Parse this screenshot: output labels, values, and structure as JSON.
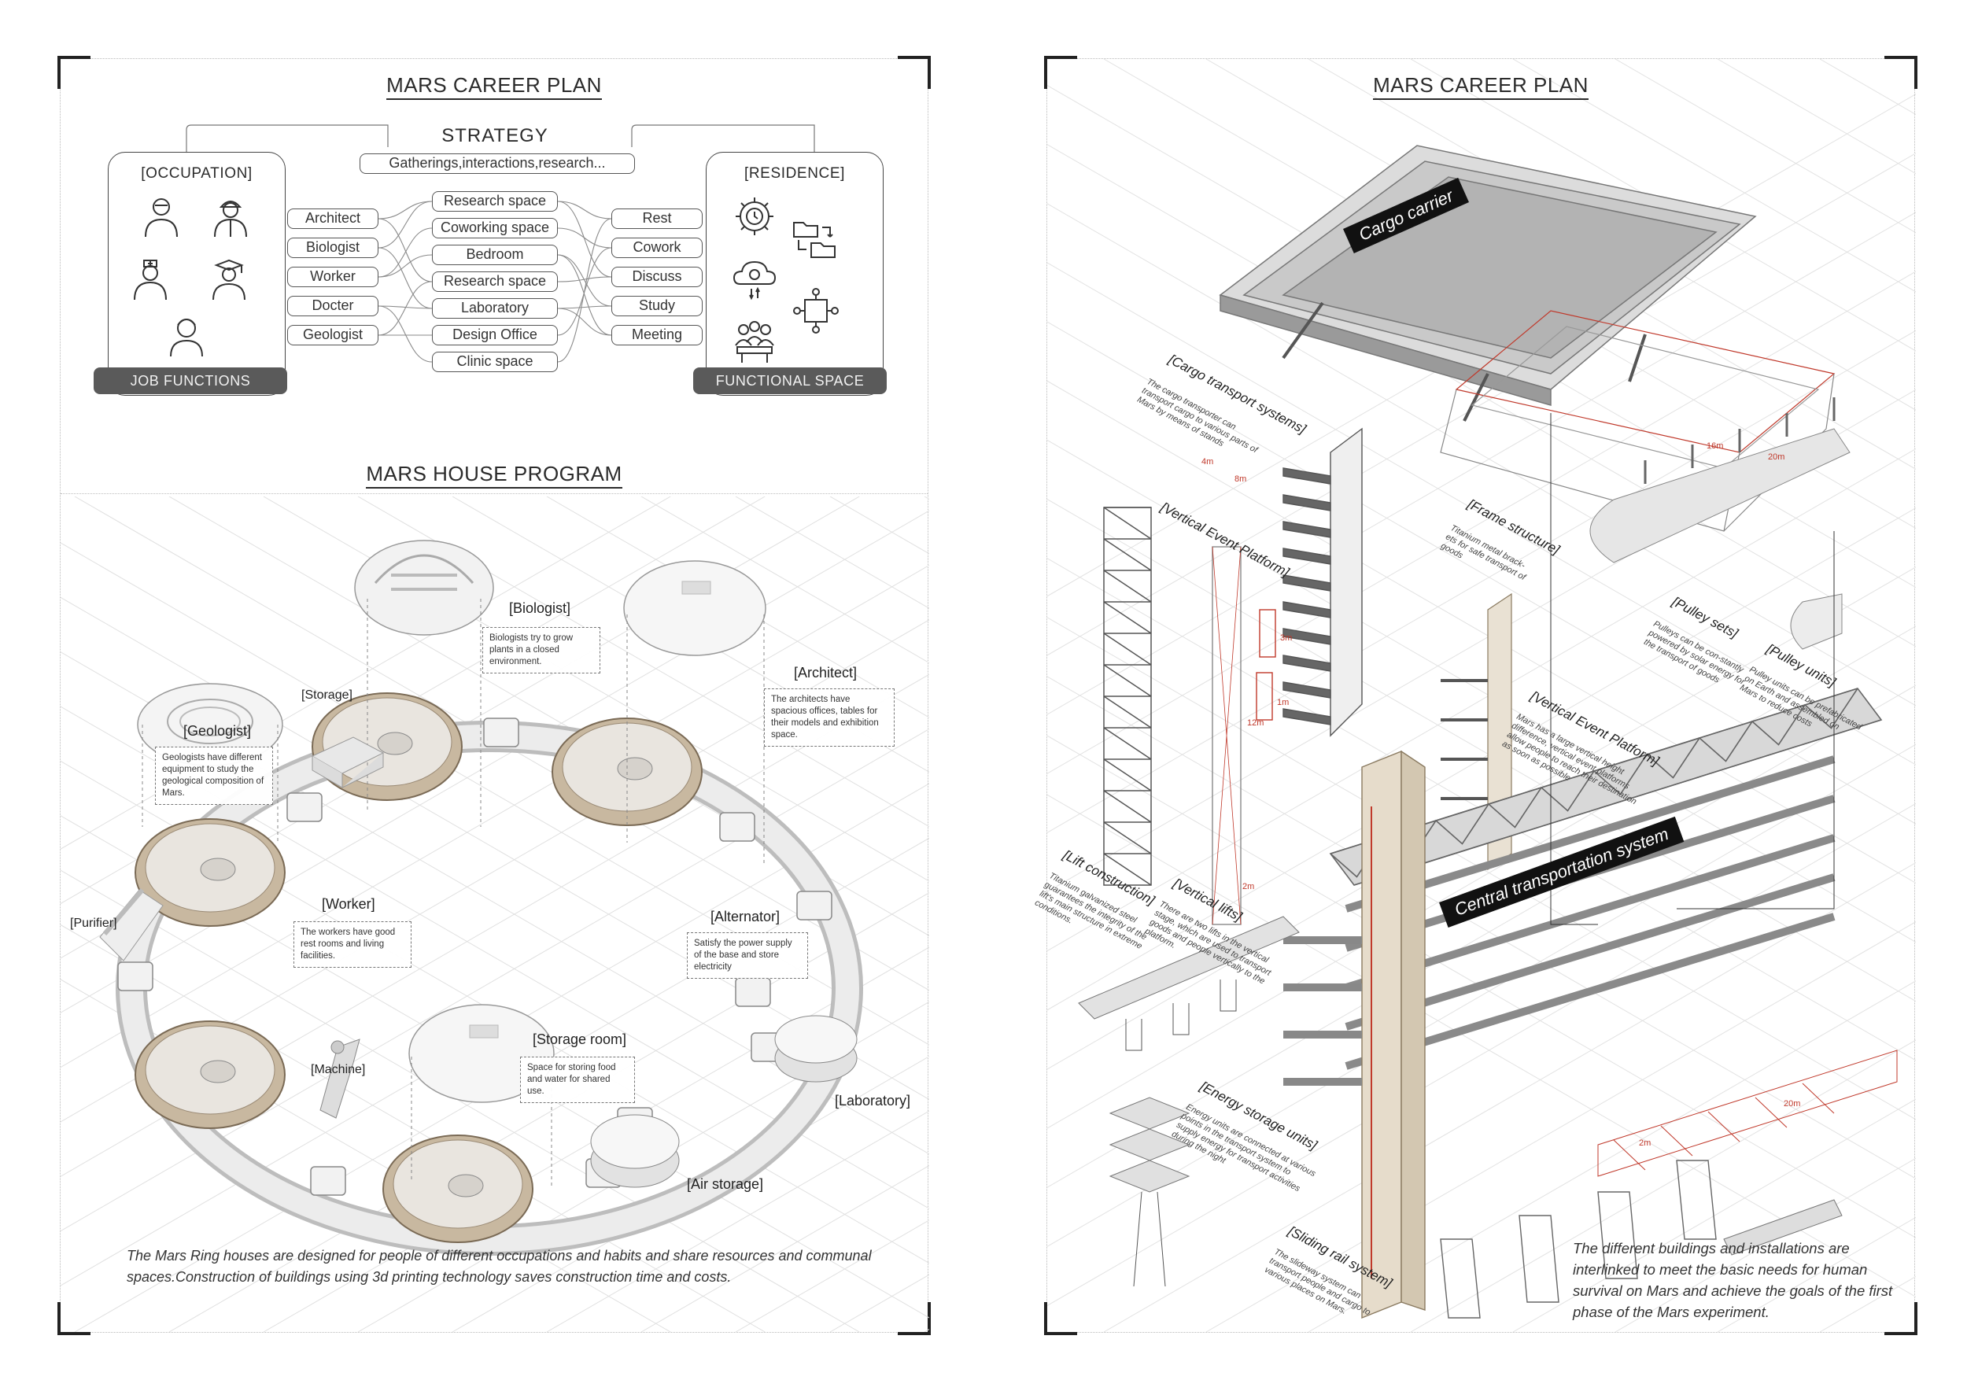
{
  "left": {
    "career_title": "MARS CAREER PLAN",
    "strategy_title": "STRATEGY",
    "strategy_sub": "Gatherings,interactions,research...",
    "occupation_title": "[OCCUPATION]",
    "residence_title": "[RESIDENCE]",
    "job_functions": "JOB FUNCTIONS",
    "functional_space": "FUNCTIONAL SPACE",
    "occupations": [
      "Architect",
      "Biologist",
      "Worker",
      "Docter",
      "Geologist"
    ],
    "spaces": [
      "Research space",
      "Coworking space",
      "Bedroom",
      "Research space",
      "Laboratory",
      "Design Office",
      "Clinic space"
    ],
    "activities": [
      "Rest",
      "Cowork",
      "Discuss",
      "Study",
      "Meeting"
    ],
    "house_title": "MARS HOUSE PROGRAM",
    "labels": {
      "biologist": "[Biologist]",
      "architect": "[Architect]",
      "geologist": "[Geologist]",
      "storage": "[Storage]",
      "purifier": "[Purifier]",
      "worker": "[Worker]",
      "alternator": "[Alternator]",
      "machine": "[Machine]",
      "storage_room": "[Storage room]",
      "laboratory": "[Laboratory]",
      "air_storage": "[Air storage]"
    },
    "notes": {
      "biologist": "Biologists try to grow plants in a closed environment.",
      "architect": "The architects have spacious offices, tables for their models and exhibition space.",
      "geologist": "Geologists have different equipment to study the geological composition of Mars.",
      "worker": "The workers have good rest rooms and living facilities.",
      "alternator": "Satisfy the power supply of the base and store electricity",
      "storage_room": "Space for storing food and water for shared use."
    },
    "caption": "The Mars Ring houses are designed for people of different occupations and habits and share resources and communal spaces.Construction of buildings using 3d printing technology saves construction time and costs."
  },
  "right": {
    "title": "MARS CAREER PLAN",
    "cargo_carrier": "Cargo carrier",
    "central_system": "Central transportation system",
    "labels": {
      "cargo_transport": "[Cargo transport systems]",
      "frame": "[Frame structure]",
      "pulley_sets": "[Pulley sets]",
      "pulley_units": "[Pulley units]",
      "vertical_event_1": "[Vertical Event Platform]",
      "vertical_event_2": "[Vertical Event Platform]",
      "lift": "[Lift construction]",
      "vertical_lifts": "[Vertical lifts]",
      "energy": "[Energy storage units]",
      "sliding": "[Sliding rail system]"
    },
    "notes": {
      "cargo_transport": "The cargo transporter can transport cargo to various parts of Mars by means of stands",
      "frame": "Titanium metal brack-ets for safe transport of goods",
      "pulley_sets": "Pulleys can be con-stantly powered by solar energy for the transport of goods",
      "pulley_units": "Pulley units can be prefabricated on Earth and assembled on Mars to reduce costs",
      "vertical_event": "Mars has a large vertical height difference, vertical event platforms allow people to reach their destination as soon as possible",
      "lift": "Titanium galvanized steel guarantees the integrity of the lift's main structure in extreme conditions.",
      "vertical_lifts": "There are two lifts in the vertical stage, which are used to transport goods and people vertically to the platform.",
      "energy": "Energy units are connected at various points in the transport system to supply energy for transport activities during the night",
      "sliding": "The slideway system can transport people and cargo to various places on Mars."
    },
    "dims": [
      "4m",
      "8m",
      "16m",
      "20m",
      "3m",
      "1m",
      "12m",
      "2m",
      "20m",
      "2m"
    ],
    "caption": "The different buildings and installations are interlinked to meet the basic needs for human survival on Mars and achieve the goals of the first phase of the Mars experiment."
  },
  "colors": {
    "ink": "#2b2b2b",
    "grid": "#dcdcdc",
    "dark_pill": "#5a5a5a",
    "label_bg": "#111111",
    "dim_red": "#c0392b",
    "module": "#c8b8a0"
  },
  "icons": [
    "person-icon",
    "worker-helmet-icon",
    "doctor-icon",
    "graduate-icon",
    "scientist-icon",
    "gear-clock-icon",
    "folder-transfer-icon",
    "cloud-gear-icon",
    "collaboration-icon",
    "meeting-icon"
  ]
}
